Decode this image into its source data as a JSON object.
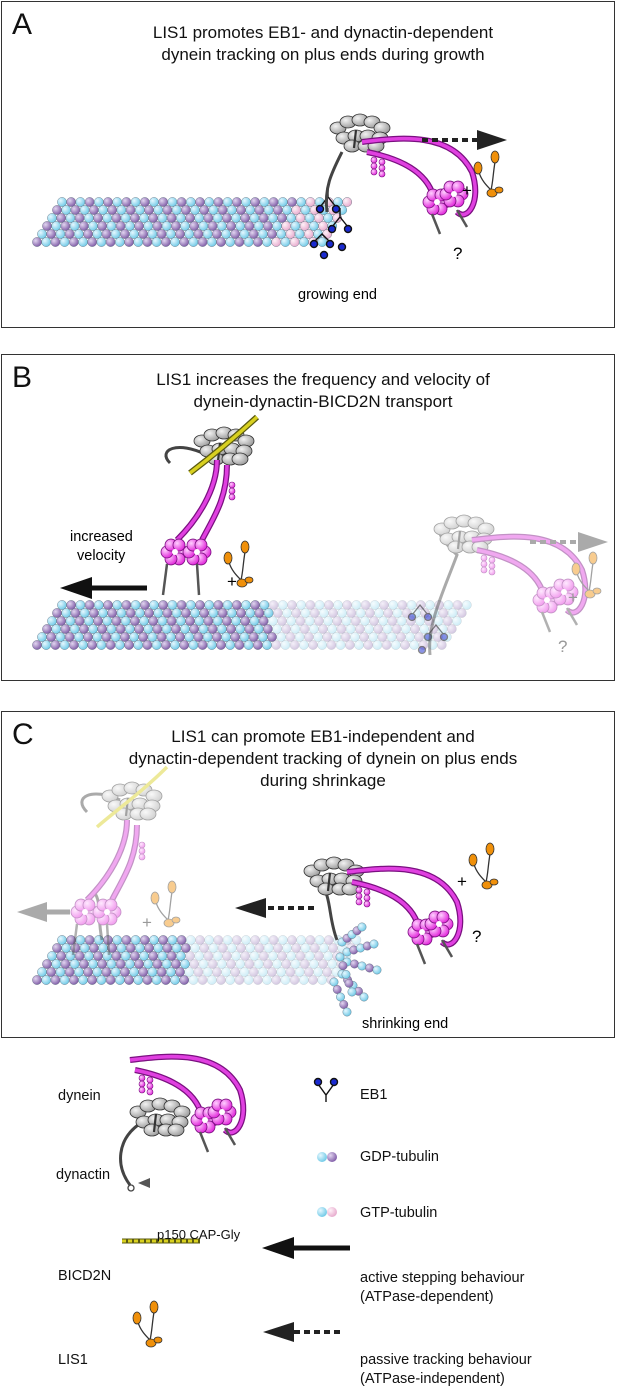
{
  "panels": [
    {
      "letter": "A",
      "title_lines": [
        "LIS1 promotes EB1- and dynactin-dependent",
        "dynein tracking on plus ends during growth"
      ],
      "label": "growing end",
      "question": "?",
      "plus": "+"
    },
    {
      "letter": "B",
      "title_lines": [
        "LIS1 increases the frequency and velocity of",
        "dynein-dynactin-BICD2N transport"
      ],
      "velocity_lines": [
        "increased",
        "velocity"
      ],
      "question": "?",
      "plus": "+"
    },
    {
      "letter": "C",
      "title_lines": [
        "LIS1 can promote EB1-independent and",
        "dynactin-dependent tracking of dynein on plus ends",
        "during shrinkage"
      ],
      "label": "shrinking end",
      "question": "?",
      "plus": "+"
    }
  ],
  "legend": {
    "dynein": "dynein",
    "dynactin": "dynactin",
    "p150": "p150 CAP-Gly",
    "bicd2n": "BICD2N",
    "lis1": "LIS1",
    "eb1": "EB1",
    "gdp": "GDP-tubulin",
    "gtp": "GTP-tubulin",
    "active_lines": [
      "active stepping behaviour",
      "(ATPase-dependent)"
    ],
    "passive_lines": [
      "passive tracking behaviour",
      "(ATPase-independent)"
    ]
  },
  "colors": {
    "dynein": "#e040e0",
    "dynactin": "#b8b8b8",
    "bicd2n": "#d8d020",
    "lis1": "#f0900a",
    "eb1": "#1a2ad0",
    "tubulin_alpha": "#8ed8ee",
    "tubulin_beta": "#a080c0",
    "gtp_beta": "#f0c8e0"
  }
}
